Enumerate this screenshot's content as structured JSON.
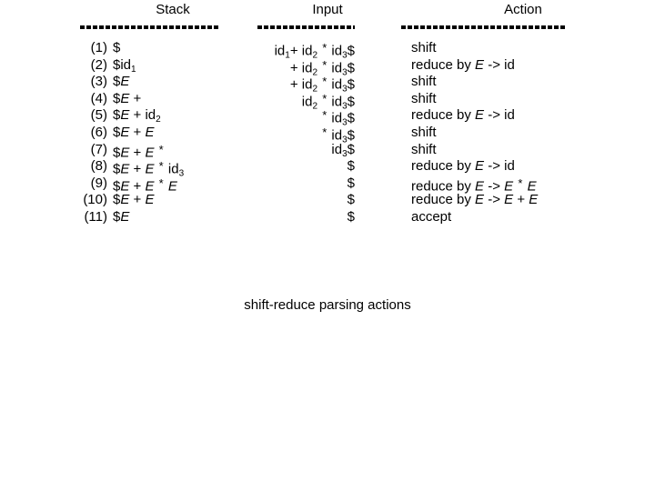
{
  "headers": {
    "stack": "Stack",
    "input": "Input",
    "action": "Action"
  },
  "caption": "shift-reduce parsing actions",
  "rows": [
    {
      "num": "(1)",
      "stack": "$",
      "input": "id1+ id2 * id3$",
      "action": "shift"
    },
    {
      "num": "(2)",
      "stack": "$id1",
      "input": "+ id2 * id3$",
      "action": "reduce by E -> id"
    },
    {
      "num": "(3)",
      "stack": "$E",
      "input": "+ id2 * id3$",
      "action": "shift"
    },
    {
      "num": "(4)",
      "stack": "$E +",
      "input": "id2 * id3$",
      "action": "shift"
    },
    {
      "num": "(5)",
      "stack": "$E + id2",
      "input": "* id3$",
      "action": "reduce by E -> id"
    },
    {
      "num": "(6)",
      "stack": "$E + E",
      "input": "* id3$",
      "action": "shift"
    },
    {
      "num": "(7)",
      "stack": "$E + E *",
      "input": "id3$",
      "action": "shift"
    },
    {
      "num": "(8)",
      "stack": "$E + E * id3",
      "input": "$",
      "action": "reduce by E -> id"
    },
    {
      "num": "(9)",
      "stack": "$E + E * E",
      "input": "$",
      "action": "reduce by E -> E * E"
    },
    {
      "num": "(10)",
      "stack": "$E + E",
      "input": "$",
      "action": "reduce by E -> E + E"
    },
    {
      "num": "(11)",
      "stack": "$E",
      "input": "$",
      "action": "accept"
    }
  ]
}
